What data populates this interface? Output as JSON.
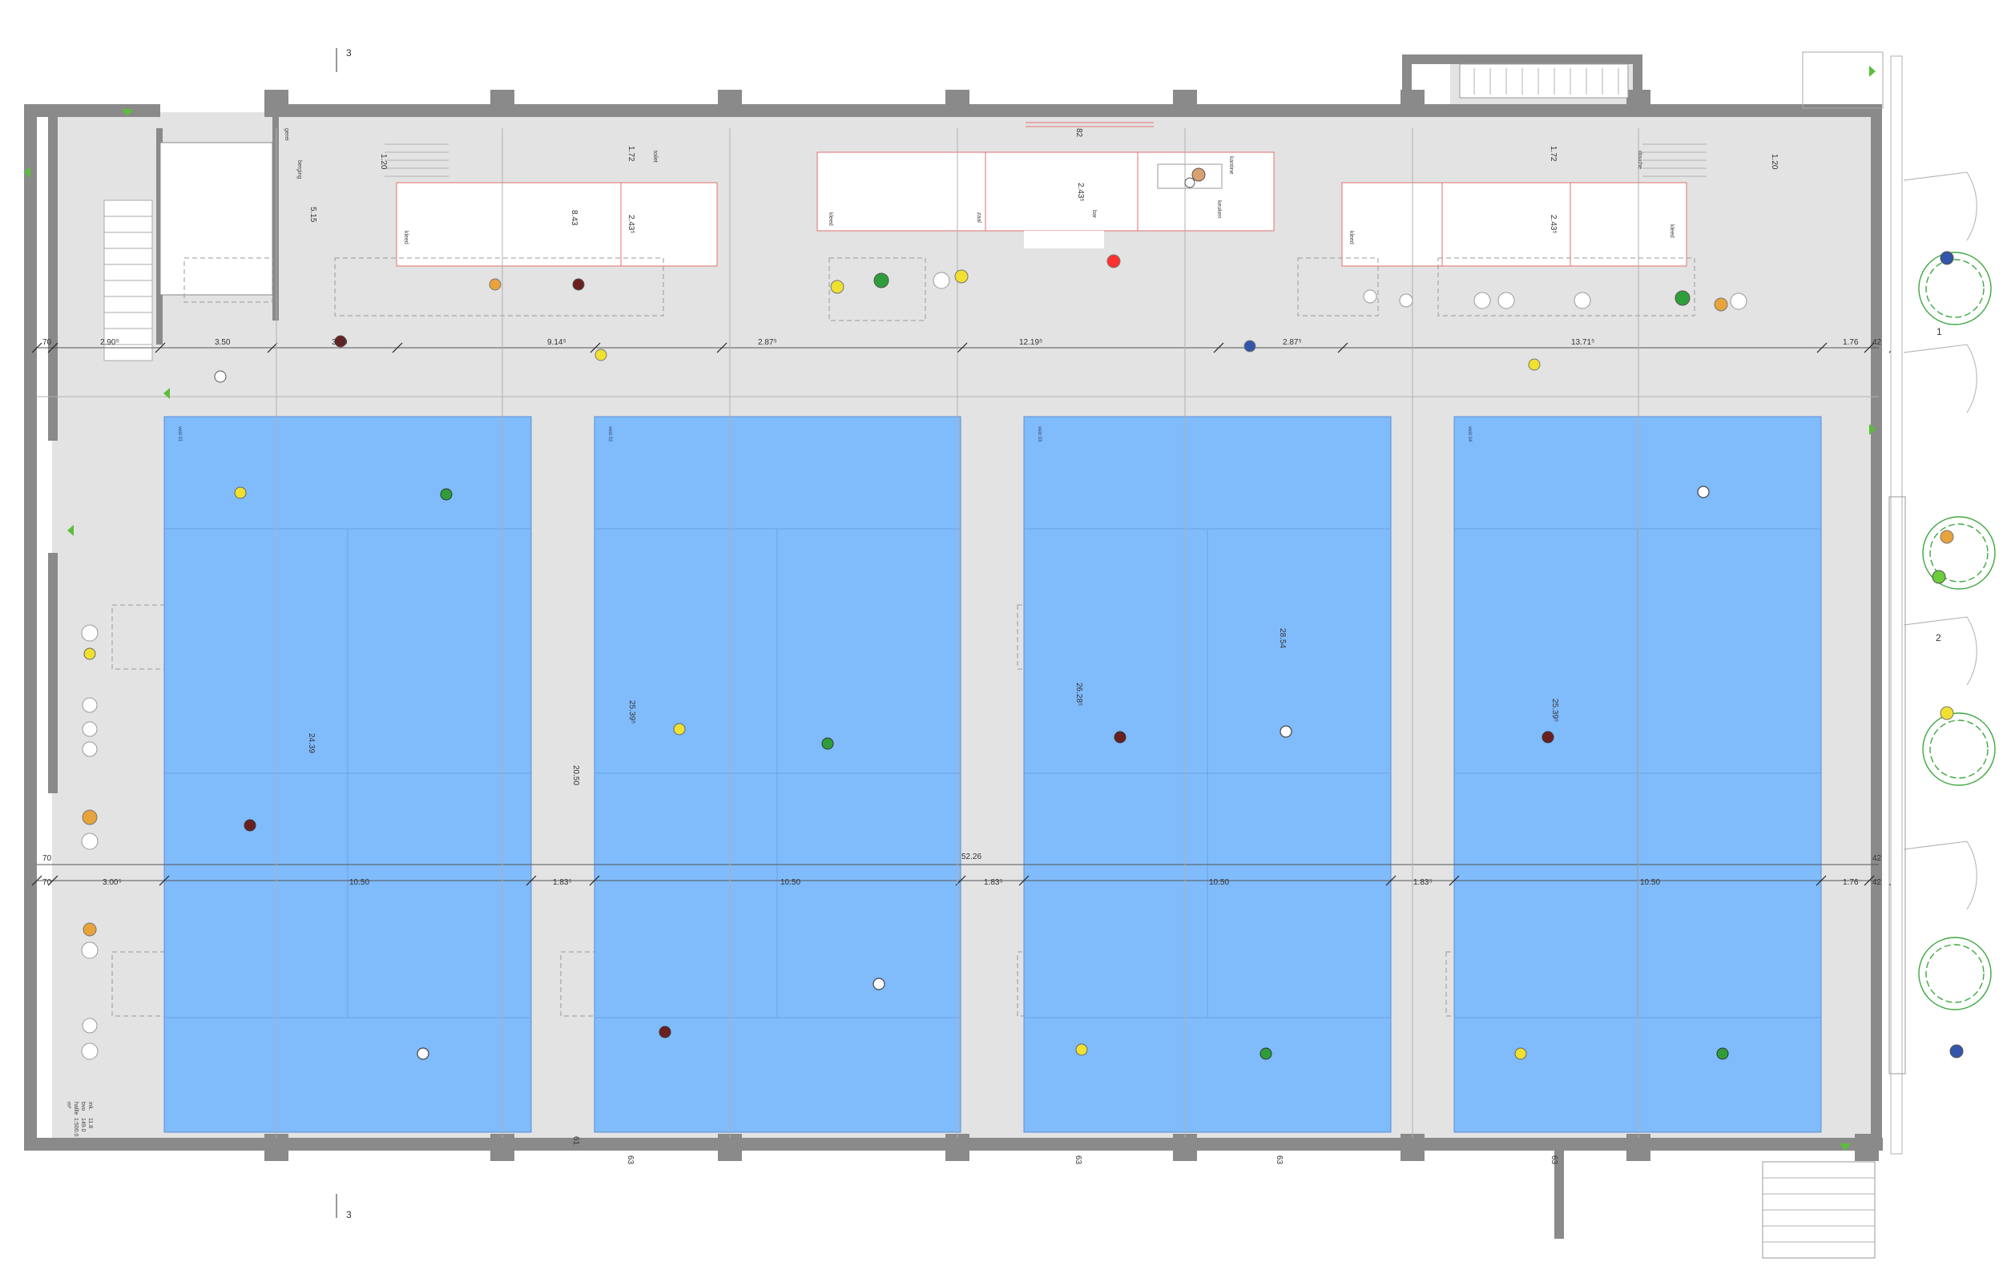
{
  "section_marks": {
    "top": "3",
    "bottom": "3"
  },
  "elevation_marks": [
    "1",
    "2"
  ],
  "dimensions": {
    "top_row": [
      "70",
      "2.90⁵",
      "3.50",
      "3.00",
      "9.14⁵",
      "2.87⁵",
      "12.19⁵",
      "2.87⁵",
      "13.71⁵",
      "1.76",
      "42"
    ],
    "middle_row": [
      "70",
      "70",
      "3.00⁵",
      "10.50",
      "1.83⁵",
      "10.50",
      "1.83⁵",
      "10.50",
      "1.83⁵",
      "10.50",
      "1.76",
      "42",
      "42"
    ],
    "overall_width": "52.26",
    "court_heights": [
      "24.39",
      "25.39⁵",
      "26.28⁵",
      "25.39⁵"
    ],
    "court_insert": "28.54",
    "hall_depth": "20.50",
    "services": [
      "1.20",
      "1.72",
      "2.43⁵",
      "8.43",
      "2.43⁵",
      "82",
      "2.43⁵",
      "1.72",
      "1.20",
      "5.15"
    ],
    "bottom_marks": [
      "61",
      "63",
      "63",
      "63",
      "63"
    ]
  },
  "court_labels": [
    "veld 01",
    "veld 02",
    "veld 03",
    "veld 04"
  ],
  "room_labels": [
    "gerei",
    "berging",
    "bar",
    "keuken",
    "toilet",
    "kantine",
    "zaal",
    "douche",
    "kleed",
    "kleed",
    "kleed",
    "kleed"
  ],
  "hall_table": {
    "headers": [
      "hallle",
      "bvo",
      "ink.",
      "m²"
    ],
    "values": [
      "1:500.0",
      "149.0",
      "11.8"
    ]
  },
  "colors": {
    "court": "#80bbfb",
    "floor": "#e3e3e3",
    "wall": "#8a8a8a",
    "tree": "#3fa843",
    "marker": "#5cbd3a",
    "service": "#e07070"
  }
}
